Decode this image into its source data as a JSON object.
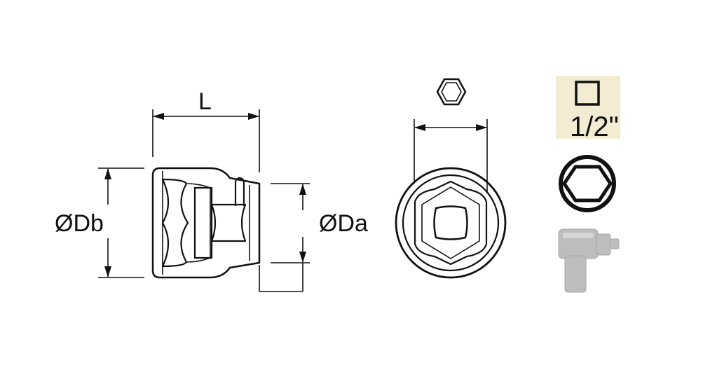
{
  "labels": {
    "length": "L",
    "body_diameter": "ØDb",
    "drive_diameter": "ØDa",
    "drive_size": "1/2\""
  },
  "icons": {
    "hex_nut": "hex-nut-icon",
    "square_drive": "square-drive-icon",
    "six_point": "six-point-hex-icon",
    "impact_wrench": "impact-wrench-icon"
  },
  "colors": {
    "drive_badge_bg": "#f3ecd3",
    "line": "#111111",
    "wrench": "#bdbdbd"
  }
}
